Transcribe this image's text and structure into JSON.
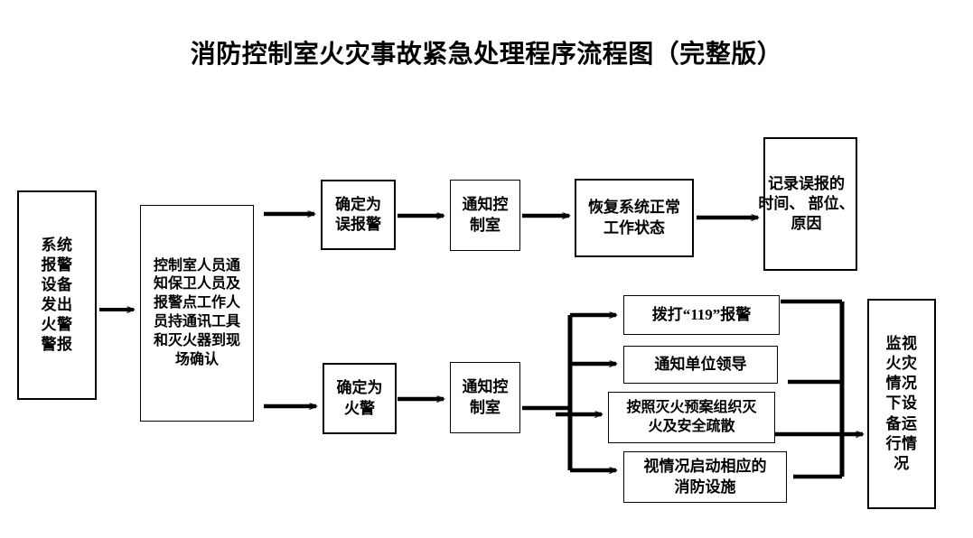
{
  "document": {
    "title": "消防控制室火灾事故紧急处理程序流程图（完整版）"
  },
  "chart_data": {
    "type": "diagram",
    "title": "消防控制室火灾事故紧急处理程序流程图（完整版）",
    "orientation": "left-to-right",
    "nodes": [
      {
        "id": "n1",
        "label": "系统\n报警\n设备\n发出\n火警\n警报",
        "plain": "系统报警设备发出火警警报",
        "shape": "rect"
      },
      {
        "id": "n2",
        "label": "控制室人员通\n知保卫人员及\n报警点工作人\n员持通讯工具\n和灭火器到现\n场确认",
        "plain": "控制室人员通知保卫人员及报警点工作人员持通讯工具和灭火器到现场确认",
        "shape": "rect"
      },
      {
        "id": "n3",
        "label": "确定为\n误报警",
        "plain": "确定为误报警",
        "shape": "rect"
      },
      {
        "id": "n4",
        "label": "通知控\n制室",
        "plain": "通知控制室",
        "shape": "rect"
      },
      {
        "id": "n5",
        "label": "恢复系统正常\n工作状态",
        "plain": "恢复系统正常工作状态",
        "shape": "rect"
      },
      {
        "id": "n6",
        "label": "记录误报的\n时间、 部位、\n原因",
        "plain": "记录误报的时间、部位、原因",
        "shape": "rect"
      },
      {
        "id": "n7",
        "label": "确定为\n火警",
        "plain": "确定为火警",
        "shape": "rect"
      },
      {
        "id": "n8",
        "label": "通知控\n制室",
        "plain": "通知控制室",
        "shape": "rect"
      },
      {
        "id": "n9",
        "label": "拨打“119”报警",
        "plain": "拨打“119”报警",
        "shape": "rect"
      },
      {
        "id": "n10",
        "label": "通知单位领导",
        "plain": "通知单位领导",
        "shape": "rect"
      },
      {
        "id": "n11",
        "label": "按照灭火预案组织灭\n火及安全疏散",
        "plain": "按照灭火预案组织灭火及安全疏散",
        "shape": "rect"
      },
      {
        "id": "n12",
        "label": "视情况启动相应的\n消防设施",
        "plain": "视情况启动相应的消防设施",
        "shape": "rect"
      },
      {
        "id": "n13",
        "label": "监视\n火灾\n情况\n下设\n备运\n行情\n况",
        "plain": "监视火灾情况下设备运行情况",
        "shape": "rect"
      }
    ],
    "edges": [
      {
        "from": "n1",
        "to": "n2"
      },
      {
        "from": "n2",
        "to": "n3"
      },
      {
        "from": "n3",
        "to": "n4"
      },
      {
        "from": "n4",
        "to": "n5"
      },
      {
        "from": "n5",
        "to": "n6"
      },
      {
        "from": "n2",
        "to": "n7"
      },
      {
        "from": "n7",
        "to": "n8"
      },
      {
        "from": "n8",
        "to": "n9"
      },
      {
        "from": "n8",
        "to": "n10"
      },
      {
        "from": "n8",
        "to": "n11"
      },
      {
        "from": "n8",
        "to": "n12"
      },
      {
        "from": "n9",
        "to": "n13"
      },
      {
        "from": "n10",
        "to": "n13"
      },
      {
        "from": "n11",
        "to": "n13"
      },
      {
        "from": "n12",
        "to": "n13"
      }
    ],
    "colors": {
      "stroke": "#000000",
      "fill": "#ffffff",
      "text": "#000000"
    }
  }
}
